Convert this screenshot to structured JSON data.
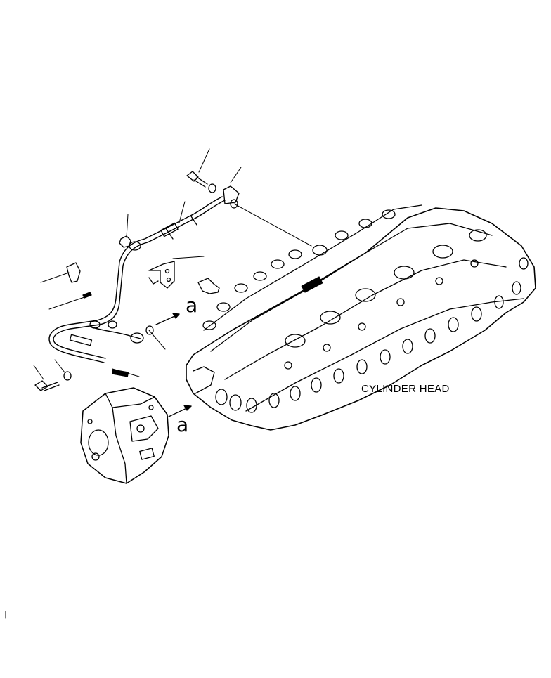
{
  "labels": {
    "cylinder_head": "CYLINDER HEAD",
    "view_marker_upper": "a",
    "view_marker_lower": "a"
  },
  "colors": {
    "line": "#000000",
    "background": "#ffffff"
  }
}
